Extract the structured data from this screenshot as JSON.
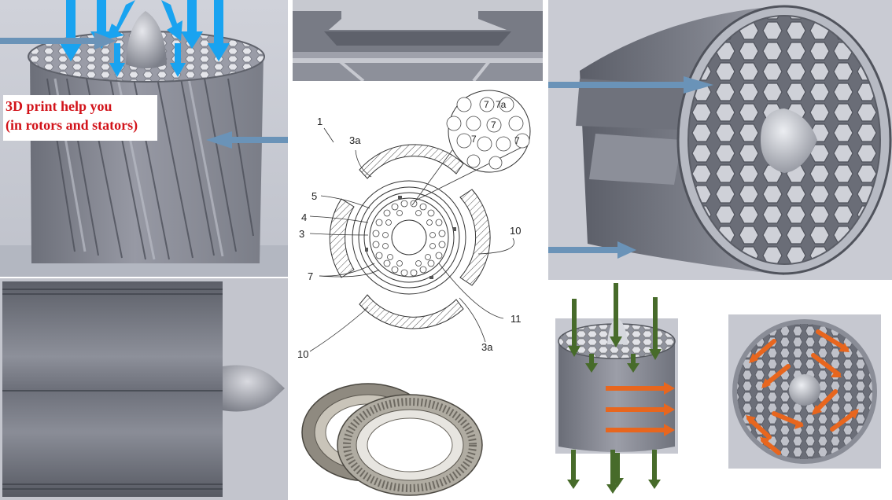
{
  "caption": {
    "line1": "3D print help you",
    "line2": "(in rotors and stators)"
  },
  "diagram": {
    "labels": {
      "ref_1": "1",
      "ref_3a_top": "3a",
      "ref_5": "5",
      "ref_4": "4",
      "ref_3": "3",
      "ref_7": "7",
      "ref_10_right": "10",
      "ref_11": "11",
      "ref_3a_bottom": "3a",
      "ref_10_bottom": "10"
    },
    "detail_labels": {
      "a": "7",
      "b": "7a",
      "c": "7",
      "d": "7",
      "e": "7"
    }
  },
  "colors": {
    "steel_dark": "#6b6e78",
    "steel_mid": "#8e909c",
    "steel_light": "#c3c5cd",
    "background_grey": "#c9cbd3",
    "blue_arrow": "#19a3f0",
    "steel_arrow": "#6a93b8",
    "green_arrow": "#476b2a",
    "orange_arrow": "#e8661e",
    "caption_red": "#d2131a"
  }
}
